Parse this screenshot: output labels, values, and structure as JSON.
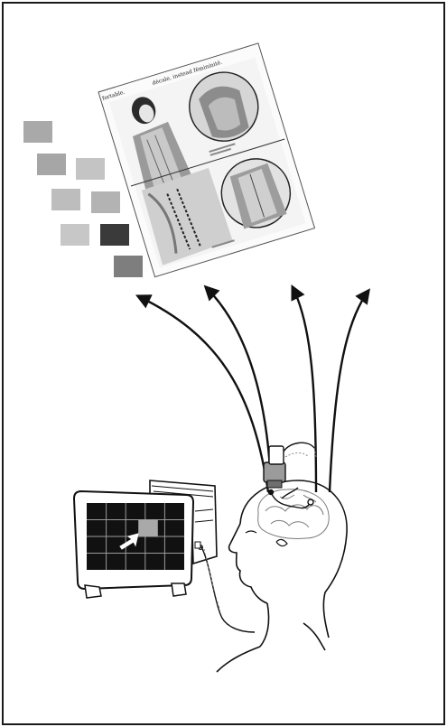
{
  "colors": {
    "frame": "#1a1a1a",
    "line": "#111111",
    "swatch_light": "#bdbdbd",
    "swatch_mid": "#a6a6a6",
    "swatch_dark": "#3b3b3b",
    "grid_highlight": "#a9a9a9",
    "screen_bg": "#111111"
  },
  "swatches": [
    {
      "shade": "#a9a9a9"
    },
    {
      "shade": "#a6a6a6"
    },
    {
      "shade": "#c4c4c4"
    },
    {
      "shade": "#bdbdbd"
    },
    {
      "shade": "#b3b3b3"
    },
    {
      "shade": "#c7c7c7"
    },
    {
      "shade": "#3a3a3a"
    },
    {
      "shade": "#7e7e7e"
    }
  ],
  "magazine": {
    "heading_left": "fortable.",
    "heading_right": "décale, instead fémininité."
  },
  "monitor": {
    "grid_rows": 4,
    "grid_cols": 5,
    "highlight_cell": [
      1,
      3
    ],
    "cursor_icon": "arrow-cursor-icon"
  },
  "icons": [
    "brain-icon",
    "head-profile-icon",
    "computer-monitor-icon",
    "computer-tower-icon",
    "stimulator-coil-icon",
    "arrow-icon"
  ]
}
